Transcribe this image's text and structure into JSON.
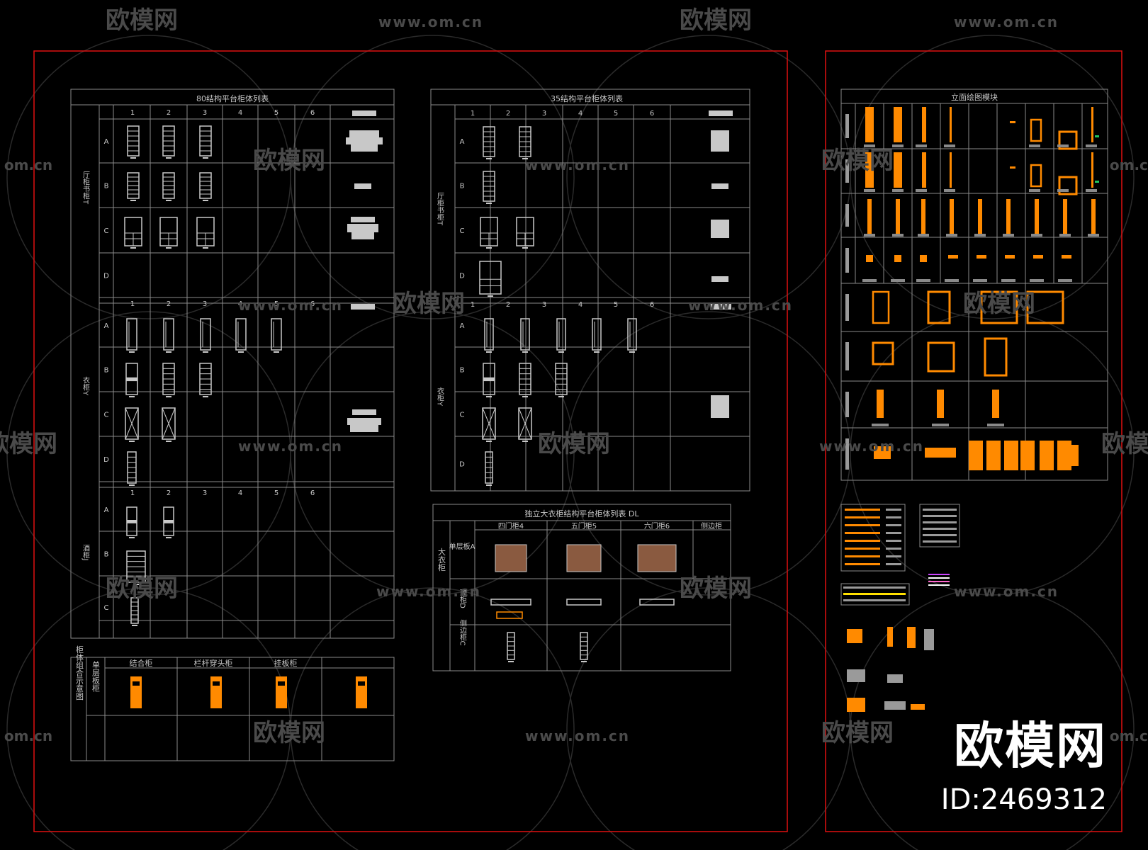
{
  "watermark": {
    "brand": "欧模网",
    "url": "www.om.cn",
    "url_partial": "om.cn",
    "brand_partial_left": "欧模网",
    "id": "ID:2469312"
  },
  "sheets": {
    "t80": {
      "title": "80结构平台柜体列表",
      "cols": [
        "1",
        "2",
        "3",
        "4",
        "5",
        "6"
      ],
      "rows": [
        "A",
        "B",
        "C",
        "D"
      ],
      "group1": "厅柜书柜T",
      "group2": "衣柜Y",
      "group3": "酒柜J",
      "rows3": [
        "A",
        "B",
        "C"
      ]
    },
    "t35": {
      "title": "35结构平台柜体列表",
      "cols": [
        "1",
        "2",
        "3",
        "4",
        "5",
        "6"
      ],
      "rows": [
        "A",
        "B",
        "C",
        "D"
      ],
      "group1": "厅柜书柜T",
      "group2": "衣柜Y"
    },
    "bottom_left": {
      "cols": [
        "结合柜",
        "栏杆穿头柜",
        "挂板柜"
      ],
      "side": "柜体组合示意图",
      "row1": "单层板柜"
    },
    "standalone": {
      "title": "独立大衣柜结构平台柜体列表 DL",
      "cols": [
        "四门柜4",
        "五门柜5",
        "六门柜6",
        "侧边柜"
      ],
      "side": "大衣柜",
      "rows": [
        "单层板A",
        "顶柜D",
        "侧边柜C"
      ]
    },
    "elevation": {
      "title": "立面绘图模块"
    }
  },
  "colors": {
    "frame": "#e01010",
    "grid": "#8a8a8a",
    "block": "#c8c8c8",
    "accent": "#ff8a00",
    "watermark": "#4a4a4a"
  }
}
